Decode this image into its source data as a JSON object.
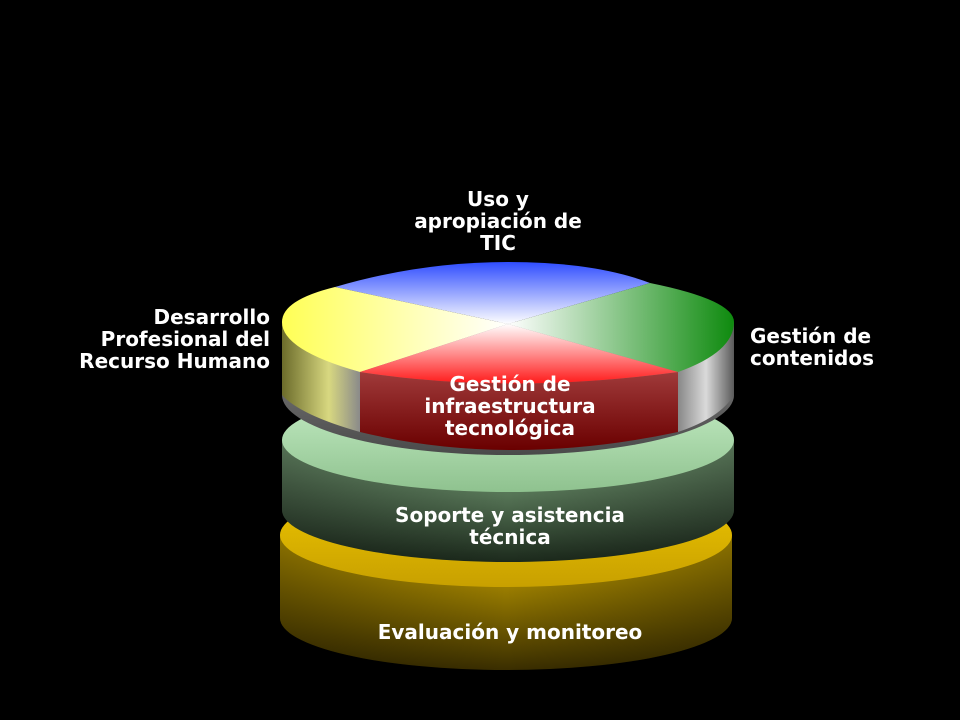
{
  "labels": {
    "top": [
      "Uso y",
      "apropiación de",
      "TIC"
    ],
    "left": [
      "Desarrollo",
      "Profesional del",
      "Recurso Humano"
    ],
    "right": [
      "Gestión de",
      "contenidos"
    ],
    "front": [
      "Gestión de",
      "infraestructura",
      "tecnológica"
    ],
    "middle_layer": [
      "Soporte y asistencia",
      "técnica"
    ],
    "bottom_layer": [
      "Evaluación y monitoreo"
    ]
  },
  "colors": {
    "background": "#000000",
    "top_slice": "#3a5cff",
    "left_slice": "#ffff66",
    "right_slice": "#228b22",
    "front_slice": "#ff2020",
    "middle_layer": "#9fd79f",
    "bottom_layer": "#c8a000",
    "text": "#ffffff"
  }
}
